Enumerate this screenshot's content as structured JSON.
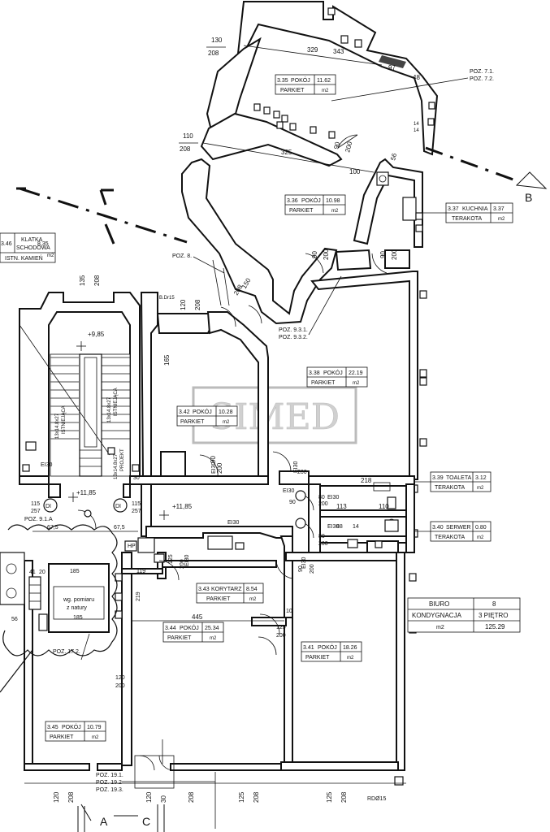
{
  "watermark": "SIMED",
  "section_markers": {
    "a": "A",
    "b": "B",
    "c": "C"
  },
  "rooms": {
    "r335": {
      "num": "3.35",
      "name": "POKÓJ",
      "area": "11.62",
      "floor": "PARKIET",
      "unit": "m2"
    },
    "r336": {
      "num": "3.36",
      "name": "POKÓJ",
      "area": "10.98",
      "floor": "PARKIET",
      "unit": "m2"
    },
    "r337": {
      "num": "3.37",
      "name": "KUCHNIA",
      "area": "3.37",
      "floor": "TERAKOTA",
      "unit": "m2"
    },
    "r338": {
      "num": "3.38",
      "name": "POKÓJ",
      "area": "22.19",
      "floor": "PARKIET",
      "unit": "m2"
    },
    "r339": {
      "num": "3.39",
      "name": "TOALETA",
      "area": "3.12",
      "floor": "TERAKOTA",
      "unit": "m2"
    },
    "r340": {
      "num": "3.40",
      "name": "SERWER",
      "area": "0.80",
      "floor": "TERAKOTA",
      "unit": "m2"
    },
    "r341": {
      "num": "3.41",
      "name": "POKÓJ",
      "area": "18.26",
      "floor": "PARKIET",
      "unit": "m2"
    },
    "r342": {
      "num": "3.42",
      "name": "POKÓJ",
      "area": "10.28",
      "floor": "PARKIET",
      "unit": "m2"
    },
    "r343": {
      "num": "3.43",
      "name": "KORYTARZ",
      "area": "8.54",
      "floor": "PARKIET",
      "unit": "m2"
    },
    "r344": {
      "num": "3.44",
      "name": "POKÓJ",
      "area": "25.34",
      "floor": "PARKIET",
      "unit": "m2"
    },
    "r345": {
      "num": "3.45",
      "name": "POKÓJ",
      "area": "10.79",
      "floor": "PARKIET",
      "unit": "m2"
    },
    "r346": {
      "num": "3.46",
      "name1": "KLATKA",
      "name2": "SCHODOWA",
      "area": "8.35",
      "floor": "ISTN. KAMIEŃ",
      "unit": "m2"
    }
  },
  "summary": {
    "row1_label": "BIURO",
    "row1_value": "8",
    "row2_label": "KONDYGNACJA",
    "row2_value": "3 PIĘTRO",
    "row3_label": "m2",
    "row3_value": "125.29"
  },
  "positions": {
    "p71": "POZ. 7.1.",
    "p72": "POZ. 7.2.",
    "p8": "POZ. 8.",
    "p931": "POZ. 9.3.1.",
    "p932": "POZ. 9.3.2.",
    "p91a": "POZ. 9.1.A",
    "p172": "POZ. 17.2.",
    "p191": "POZ. 19.1.",
    "p192": "POZ. 19.2",
    "p193": "POZ. 19.3."
  },
  "levels": {
    "l985": "+9,85",
    "l1185a": "+11,85",
    "l1185b": "+11,85"
  },
  "dims": {
    "d130": "130",
    "d208a": "208",
    "d110": "110",
    "d208b": "208",
    "d329": "329",
    "d343": "343",
    "d97": "97",
    "d48": "48",
    "d325": "325",
    "d100": "100",
    "d90a": "90",
    "d200a": "200",
    "d56": "56",
    "d14a": "14",
    "d14b": "14",
    "d90b": "90",
    "d200b": "200",
    "d90c": "90",
    "d200c": "200",
    "d150": "150",
    "d208c": "208",
    "d135": "135",
    "d208d": "208",
    "d120a": "120",
    "d208e": "208",
    "d165": "165",
    "d90e": "90",
    "d200e": "200",
    "d90f": "90",
    "d200f": "200",
    "d218": "218",
    "d113": "113",
    "d110b": "110",
    "d80a": "80",
    "d200g": "200",
    "d88": "88",
    "d14c": "14",
    "d80b": "80",
    "d200h": "200",
    "d115a": "115",
    "d257a": "257",
    "d115b": "115",
    "d257b": "257",
    "d675a": "67,5",
    "d675b": "67,5",
    "d185a": "185",
    "d185b": "185",
    "d119": "119",
    "d219": "219",
    "d125a": "125",
    "d200i": "200",
    "d445": "445",
    "d10": "10",
    "d125b": "125",
    "d200j": "200",
    "d90g": "90",
    "d200k": "200",
    "d120b": "120",
    "d200l": "200",
    "d30": "30",
    "d56b": "56",
    "d41": "41",
    "d20": "20",
    "b120a": "120",
    "b208a": "208",
    "b120b": "120",
    "b208b": "208",
    "b125a": "125",
    "b208c": "208",
    "b125b": "125",
    "b208d": "208",
    "b30": "30",
    "rd": "RDØ15",
    "bd": "B.Dr15"
  },
  "notes": {
    "ei30a": "EI30",
    "ei30b": "EI30",
    "ei30c": "EI30",
    "ei30d": "EI30",
    "ei30e": "EI30",
    "ei30f": "EI30",
    "ei30g": "EI30",
    "ei30h": "EI30",
    "di_a": "DI",
    "di_b": "DI",
    "hp": "HP",
    "measure1": "wg. pomiaru",
    "measure2": "z natury",
    "stair_a": "13x14.8x27",
    "stair_b": "ISTNIEJĄCA",
    "stair_c": "13x14.8x27",
    "stair_d": "ISTNIEJĄCA",
    "stair_e": "13x14.8x27",
    "stair_f": "PROJEKT"
  }
}
